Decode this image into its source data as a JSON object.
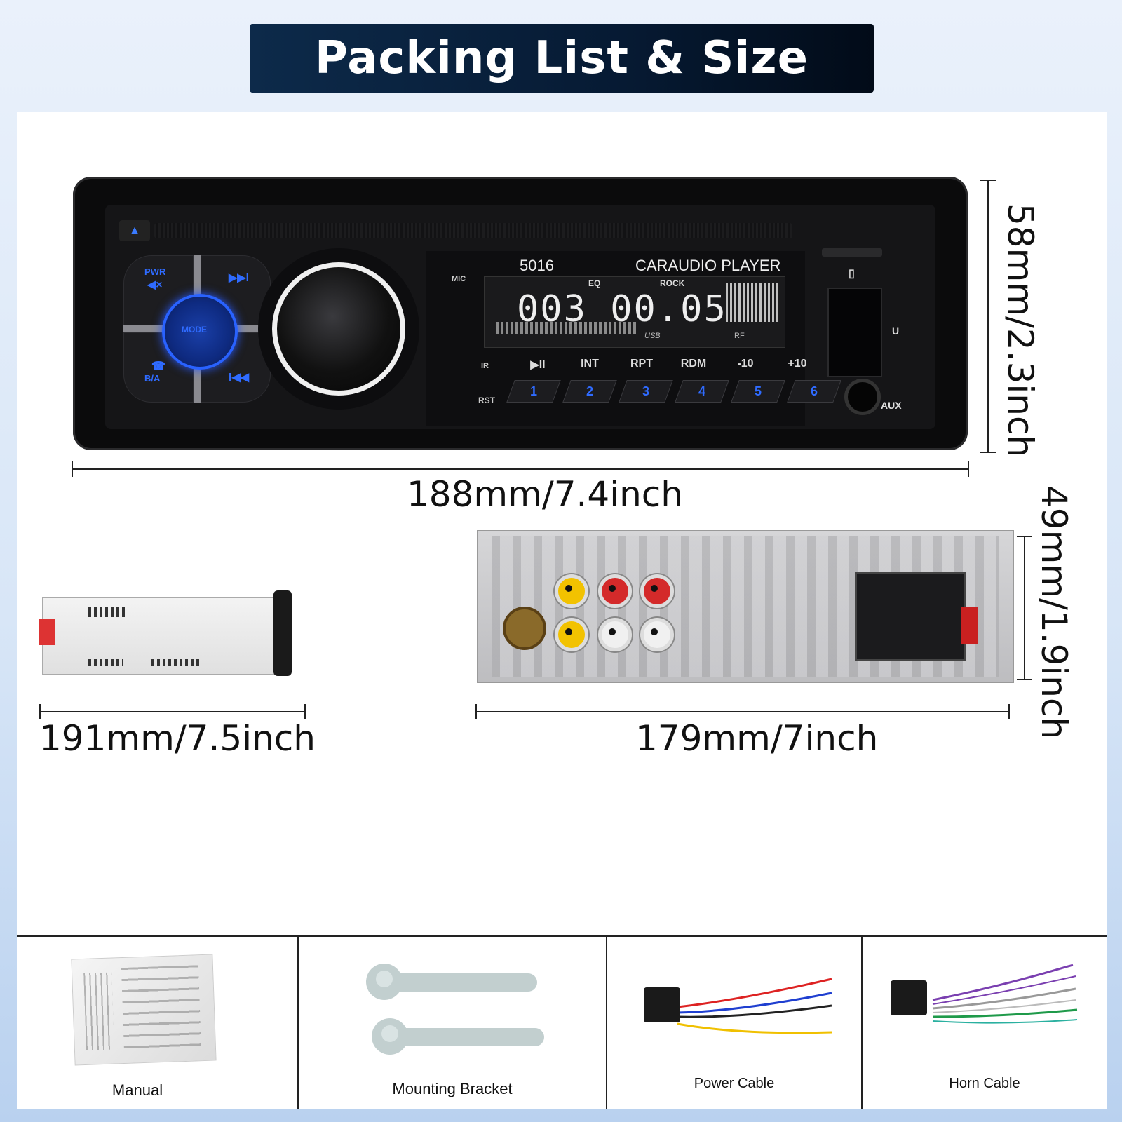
{
  "header": {
    "title": "Packing List & Size"
  },
  "dimensions": {
    "front_height": "58mm/2.3inch",
    "front_width": "188mm/7.4inch",
    "depth": "191mm/7.5inch",
    "rear_width": "179mm/7inch",
    "rear_height": "49mm/1.9inch"
  },
  "stereo": {
    "model": "5016",
    "brand": "CARAUDIO PLAYER",
    "mic": "MIC",
    "lcd_eq": "EQ",
    "lcd_rock": "ROCK",
    "lcd_digits": "003  00.05",
    "lcd_usb": "USB",
    "lcd_rf": "RF",
    "dpad_pwr": "PWR",
    "dpad_ba": "B/A",
    "dpad_mode": "MODE",
    "ir": "IR",
    "rst": "RST",
    "usb_label": "U",
    "aux_label": "AUX",
    "function_buttons": [
      "▶II",
      "INT",
      "RPT",
      "RDM",
      "-10",
      "+10"
    ],
    "number_buttons": [
      "1",
      "2",
      "3",
      "4",
      "5",
      "6"
    ]
  },
  "accessories": [
    {
      "label": "Manual"
    },
    {
      "label": "Mounting Bracket"
    },
    {
      "label": "Power Cable"
    },
    {
      "label": "Horn Cable"
    }
  ],
  "colors": {
    "banner": "#061a33",
    "button_blue": "#2f6bff",
    "rca_yellow": "#f2c200",
    "rca_red": "#d42a2a",
    "rca_white": "#f0f0f0"
  }
}
